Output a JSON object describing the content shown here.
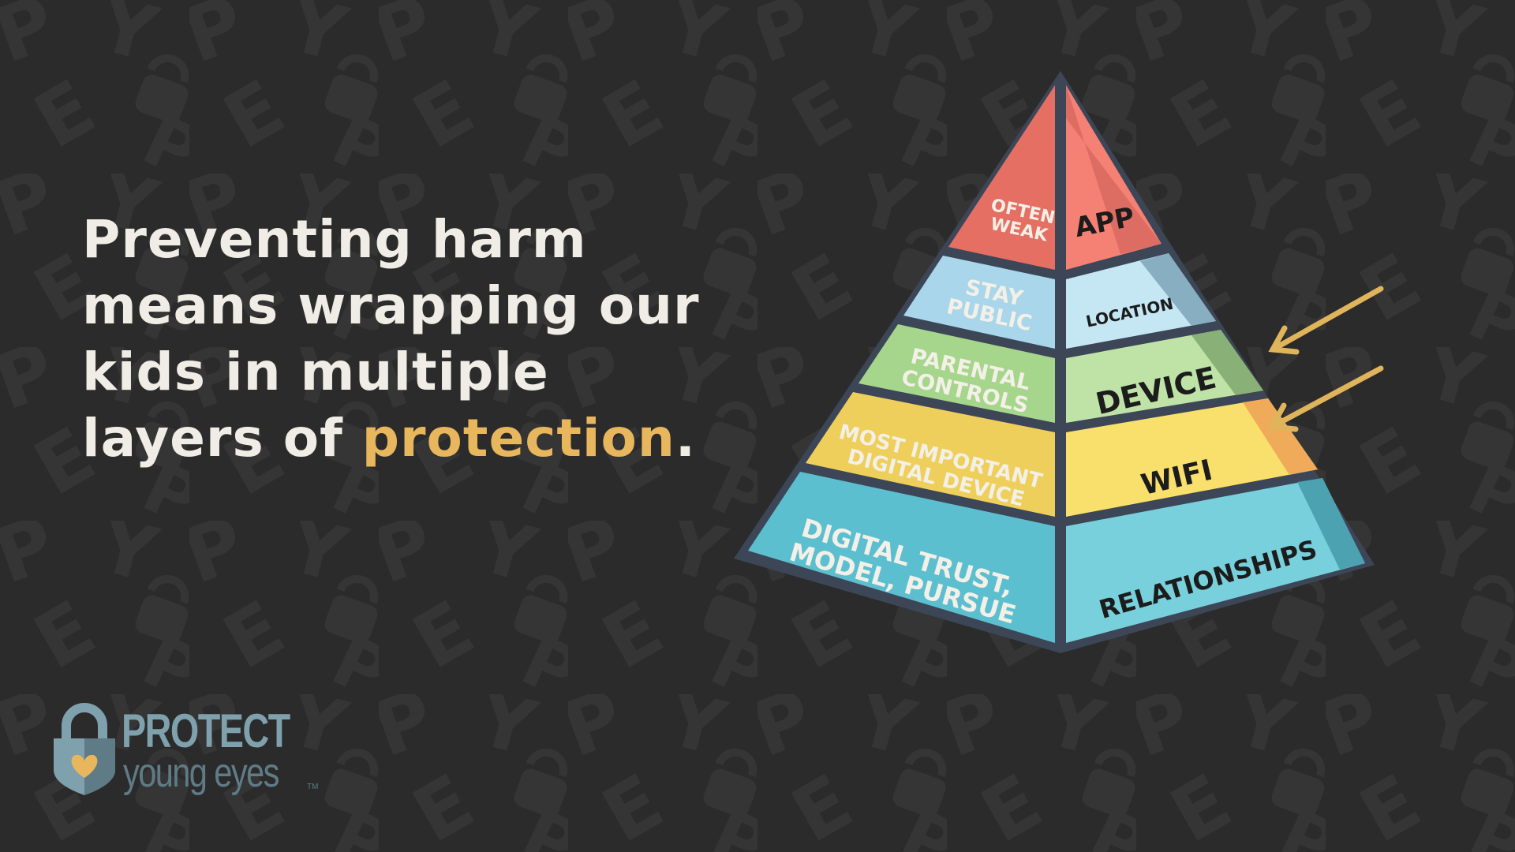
{
  "headline": {
    "line1": "Preventing harm",
    "line2": "means wrapping our",
    "line3": "kids in multiple",
    "line4_prefix": "layers of ",
    "line4_accent": "protection",
    "line4_suffix": "."
  },
  "pyramid": {
    "layers": [
      {
        "left_label_lines": [
          "OFTEN",
          "WEAK"
        ],
        "right_label": "APP"
      },
      {
        "left_label_lines": [
          "STAY",
          "PUBLIC"
        ],
        "right_label": "LOCATION"
      },
      {
        "left_label_lines": [
          "PARENTAL",
          "CONTROLS"
        ],
        "right_label": "DEVICE"
      },
      {
        "left_label_lines": [
          "MOST IMPORTANT",
          "DIGITAL DEVICE"
        ],
        "right_label": "WIFI"
      },
      {
        "left_label_lines": [
          "DIGITAL TRUST,",
          "MODEL, PURSUE"
        ],
        "right_label": "RELATIONSHIPS"
      }
    ],
    "pointer_arrows": [
      "device-arrow",
      "wifi-arrow"
    ]
  },
  "logo": {
    "word1": "PROTECT",
    "word2": "young eyes",
    "tm": "TM"
  },
  "colors": {
    "background": "#2b2b2b",
    "pattern": "#353535",
    "headline_text": "#f0ede6",
    "accent": "#e8b65d",
    "outline": "#3c4656",
    "arrow": "#e0b45a",
    "layer_app_left": "#e56f63",
    "layer_app_right": "#f58175",
    "layer_location_left": "#a9d6ea",
    "layer_location_right": "#c5e7f4",
    "layer_device_left": "#a6d58c",
    "layer_device_right": "#bfe3a6",
    "layer_wifi_left": "#efcf5c",
    "layer_wifi_right": "#f9df6b",
    "layer_relationships_left": "#5cbfcf",
    "layer_relationships_right": "#77d0dc",
    "logo_light": "#7fa1ad",
    "logo_dark": "#5f7b86"
  },
  "icons": [
    "padlock-heart-icon",
    "arrow-icon"
  ]
}
